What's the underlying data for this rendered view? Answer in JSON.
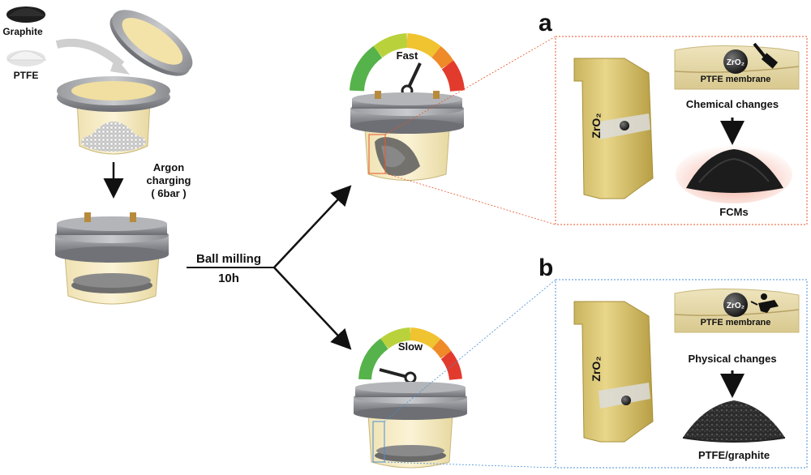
{
  "materials": {
    "graphite_label": "Graphite",
    "ptfe_label": "PTFE"
  },
  "steps": {
    "argon_line1": "Argon",
    "argon_line2": "charging",
    "argon_line3": "( 6bar )",
    "ball_milling": "Ball milling",
    "duration": "10h"
  },
  "gauges": {
    "fast_label": "Fast",
    "slow_label": "Slow"
  },
  "panel_a": {
    "letter": "a",
    "jar_material": "ZrO₂",
    "ball_label": "ZrO₂",
    "membrane_label": "PTFE membrane",
    "change_label": "Chemical changes",
    "product_label": "FCMs",
    "border_color": "#e8562a"
  },
  "panel_b": {
    "letter": "b",
    "jar_material": "ZrO₂",
    "ball_label": "ZrO₂",
    "membrane_label": "PTFE membrane",
    "change_label": "Physical changes",
    "product_label": "PTFE/graphite",
    "border_color": "#4a8fd6"
  }
}
